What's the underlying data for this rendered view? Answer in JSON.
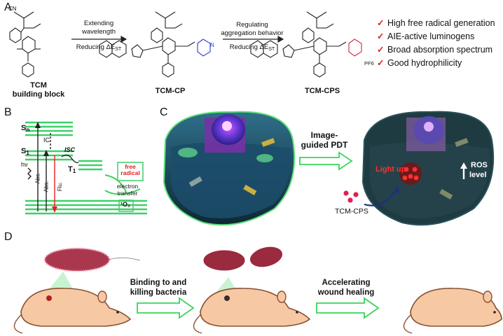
{
  "panels": {
    "a": "A",
    "b": "B",
    "c": "C",
    "d": "D"
  },
  "panel_a": {
    "molecules": [
      {
        "line1": "TCM",
        "line2": "building block"
      },
      {
        "line1": "TCM-CP",
        "line2": ""
      },
      {
        "line1": "TCM-CPS",
        "line2": ""
      }
    ],
    "arrow1": {
      "top": "Extending wavelength",
      "bottom_main": "Reducing ΔE",
      "bottom_sub": "ST"
    },
    "arrow2": {
      "top1": "Regulating",
      "top2": "aggregation behavior",
      "bottom_main": "Reducing ΔE",
      "bottom_sub": "ST"
    },
    "counterion": "PF6",
    "ring_labels": {
      "cn": "CN",
      "n": "N"
    },
    "features": [
      "High free radical generation",
      "AIE-active luminogens",
      "Broad absorption spectrum",
      "Good hydrophilicity"
    ],
    "check_mark": "✓"
  },
  "panel_b": {
    "states": {
      "sn": "S",
      "sn_sub": "n",
      "s1": "S",
      "s1_sub": "1",
      "t1": "T",
      "t1_sub": "1"
    },
    "ic": "IC",
    "isc": "ISC",
    "hv": "hν",
    "abs": "Abs.",
    "flu": "Flu.",
    "free_radical": "free radical",
    "electron_transfer": "electron transfer",
    "singlet_oxygen": "¹O₂"
  },
  "panel_c": {
    "arrow_label": "Image-guided PDT",
    "light_up": "Light up",
    "ros": "ROS",
    "level": "level",
    "probe": "TCM-CPS"
  },
  "panel_d": {
    "step1": "Binding to and killing bacteria",
    "step2": "Accelerating wound healing"
  },
  "colors": {
    "state_green": "#3fcf6a",
    "arrow_green": "#3bd45b",
    "red": "#e02020",
    "cell_dark": "#1d3b4a",
    "pink_bacteria": "#c4375a",
    "mouse": "#f6c9a4"
  }
}
